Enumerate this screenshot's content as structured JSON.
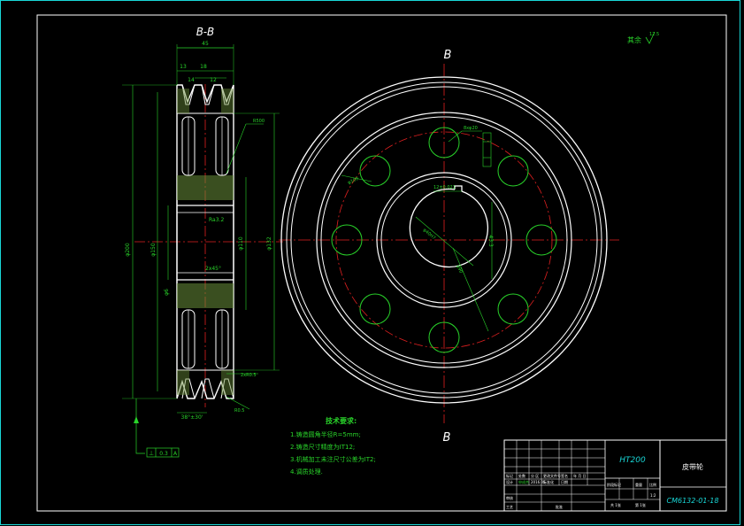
{
  "section_label": "B-B",
  "dims": {
    "width_45": "45",
    "d13": "13",
    "d18": "18",
    "d14": "14",
    "d12": "12",
    "r500": "R500",
    "ra32": "Ra3.2",
    "chamfer": "2x45°",
    "phi200": "φ200",
    "phi150": "φ150",
    "phi110": "φ110",
    "phi132": "φ132",
    "phi6": "φ6",
    "angle": "38°±30'",
    "r05": "R0.5",
    "r25": "2xR0.5"
  },
  "front": {
    "cut_top": "B",
    "cut_bottom": "B",
    "hole_dim": "8xφ20",
    "pcd": "φ100",
    "bore": "φ40H7",
    "keyway": "12±0.021",
    "key_depth": "43.3",
    "hub": "φ90"
  },
  "tol_frame": {
    "symbol": "⊥",
    "value": "0.3",
    "datum": "A"
  },
  "roughness": {
    "label": "其余",
    "value": "12.5"
  },
  "notes": {
    "title": "技术要求:",
    "items": [
      "1.铸造圆角半径R=5mm;",
      "2.铸造尺寸精度为IT12;",
      "3.机械加工未注尺寸公差为IT2;",
      "4.调质处理."
    ]
  },
  "title_block": {
    "material": "HT200",
    "part_name": "皮带轮",
    "drawing_no": "CM6132-01-18",
    "scale": "1:2",
    "row1": [
      "标记",
      "处数",
      "分 区",
      "更改文件号",
      "签名",
      "年 月 日"
    ],
    "row2": [
      "设计",
      "申成杰",
      "2016.05",
      "标准化",
      "日期"
    ],
    "row3": [
      "阶段标记",
      "重量",
      "比例"
    ],
    "row4": [
      "审核"
    ],
    "row5": [
      "工艺",
      "批准"
    ],
    "sheet": "共 1张",
    "sheet2": "第 1张"
  }
}
